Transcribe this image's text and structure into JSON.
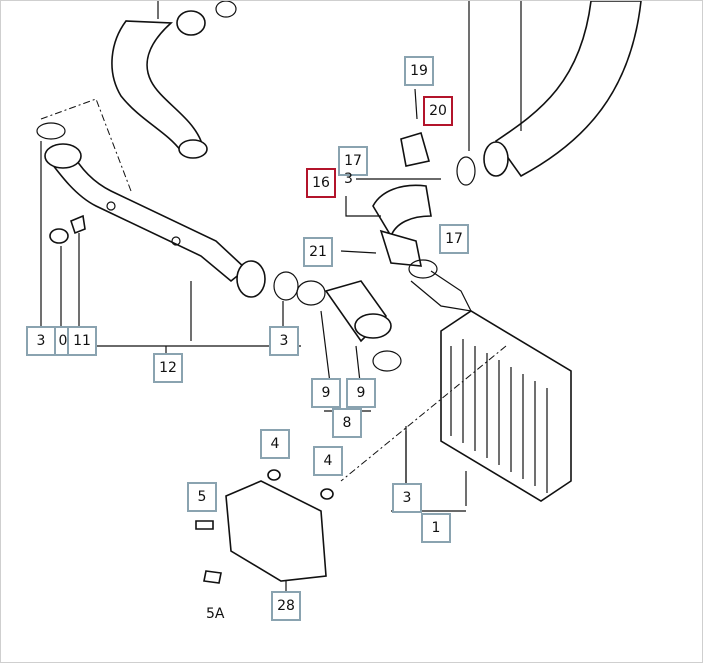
{
  "callouts": {
    "c19": "19",
    "c20": "20",
    "c17a": "17",
    "c16": "16",
    "c3a": "3",
    "c17b": "17",
    "c21": "21",
    "c3b": "3",
    "c10": "0",
    "c11": "11",
    "c12": "12",
    "c3c": "3",
    "c9a": "9",
    "c9b": "9",
    "c8": "8",
    "c4a": "4",
    "c4b": "4",
    "c5": "5",
    "c3d": "3",
    "c1": "1",
    "c28": "28"
  },
  "labels": {
    "l3inline": "3",
    "l5a": "5A"
  },
  "colors": {
    "callout_border": "#8aa3b0",
    "highlight_border": "#b3142b",
    "line": "#111111"
  }
}
